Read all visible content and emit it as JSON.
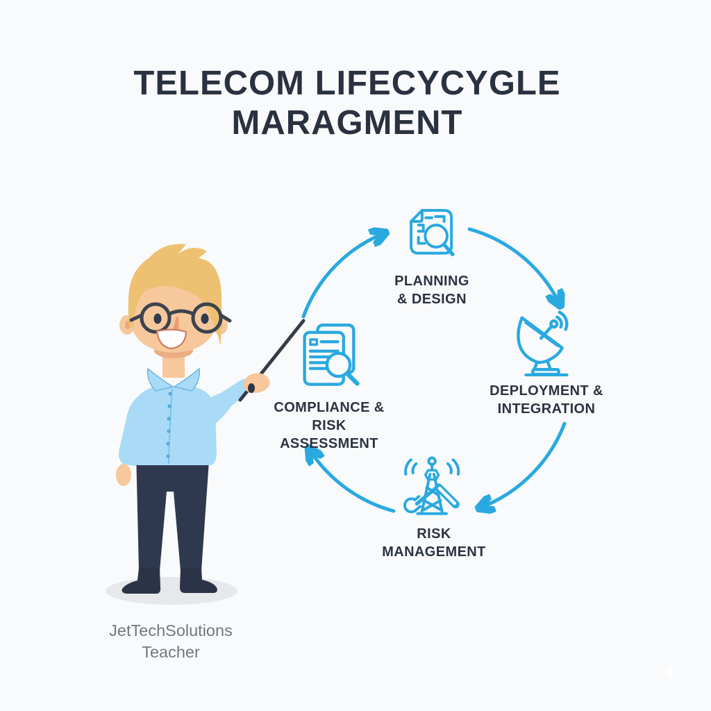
{
  "page": {
    "background_color": "#f9fafb"
  },
  "title": {
    "line1": "TELECOM LIFECYCYGLE",
    "line2": "MARAGMENT",
    "color": "#2a3140"
  },
  "diagram": {
    "accent_color": "#2aa9e0",
    "label_color": "#2b3342",
    "nodes": [
      {
        "id": "planning-design",
        "label1": "PLANNING",
        "label2": "& DESIGN",
        "icon": "blueprint-magnifier-icon"
      },
      {
        "id": "deployment-integration",
        "label1": "DEPLOYMENT &",
        "label2": "INTEGRATION",
        "icon": "satellite-dish-icon"
      },
      {
        "id": "risk-management",
        "label1": "RISK",
        "label2": "MANAGEMENT",
        "icon": "signal-tower-wrench-icon"
      },
      {
        "id": "compliance-risk-assessment",
        "label1": "COMPLIANCE &",
        "label2": "RISK ASSESSMENT",
        "icon": "documents-magnifier-icon"
      }
    ],
    "arrow_count": 4,
    "flow_direction": "clockwise"
  },
  "attribution": {
    "line1": "JetTechSolutions",
    "line2": "Teacher",
    "color": "#73777e"
  },
  "character": {
    "description": "Cartoon teacher with blonde hair, round glasses, light blue button shirt, dark trousers, holding a pointer stick",
    "shirt_color": "#a9dbf7",
    "trousers_color": "#2e3950",
    "skin_color": "#f6c89c",
    "hair_color": "#edc171",
    "pointer_color": "#363c48"
  },
  "watermark": {
    "glyph": "✦"
  }
}
